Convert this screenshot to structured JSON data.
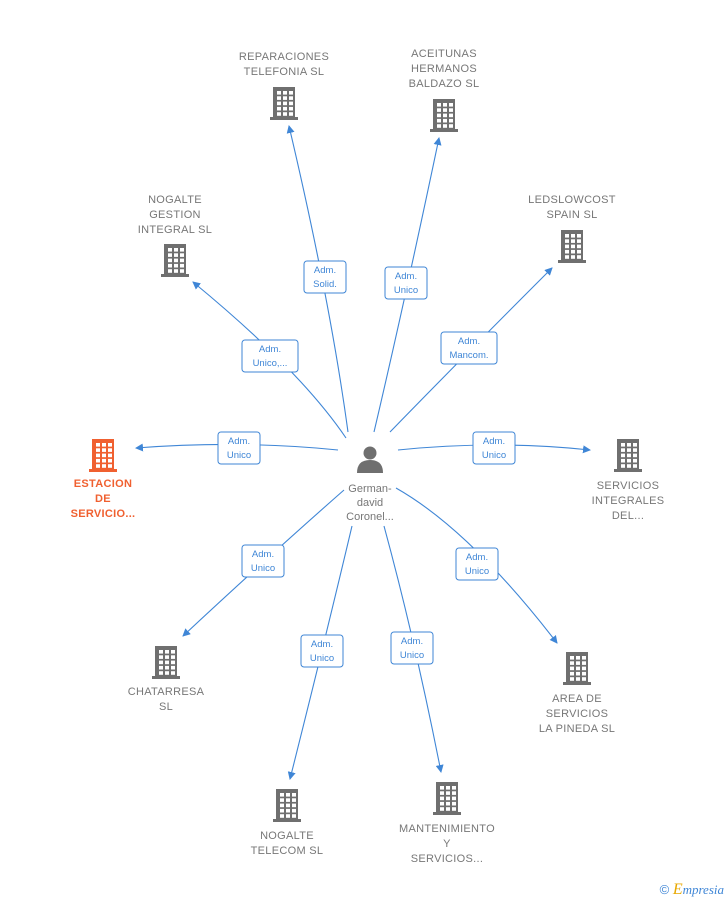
{
  "center": {
    "label": [
      "German-",
      "david",
      "Coronel..."
    ]
  },
  "companies": [
    {
      "id": "reparaciones",
      "label": [
        "REPARACIONES",
        "TELEFONIA  SL"
      ],
      "highlight": false
    },
    {
      "id": "aceitunas",
      "label": [
        "ACEITUNAS",
        "HERMANOS",
        "BALDAZO  SL"
      ],
      "highlight": false
    },
    {
      "id": "nogalte-gestion",
      "label": [
        "NOGALTE",
        "GESTION",
        "INTEGRAL  SL"
      ],
      "highlight": false
    },
    {
      "id": "ledslowcost",
      "label": [
        "LEDSLOWCOST",
        "SPAIN  SL"
      ],
      "highlight": false
    },
    {
      "id": "estacion",
      "label": [
        "ESTACION",
        "DE",
        "SERVICIO..."
      ],
      "highlight": true
    },
    {
      "id": "servicios-integrales",
      "label": [
        "SERVICIOS",
        "INTEGRALES",
        "DEL..."
      ],
      "highlight": false
    },
    {
      "id": "chatarresa",
      "label": [
        "CHATARRESA",
        "SL"
      ],
      "highlight": false
    },
    {
      "id": "area-servicios",
      "label": [
        "AREA DE",
        "SERVICIOS",
        "LA PINEDA  SL"
      ],
      "highlight": false
    },
    {
      "id": "nogalte-telecom",
      "label": [
        "NOGALTE",
        "TELECOM  SL"
      ],
      "highlight": false
    },
    {
      "id": "mantenimiento",
      "label": [
        "MANTENIMIENTO",
        "Y",
        "SERVICIOS..."
      ],
      "highlight": false
    }
  ],
  "edges": [
    {
      "to": "reparaciones",
      "role": [
        "Adm.",
        "Solid."
      ]
    },
    {
      "to": "aceitunas",
      "role": [
        "Adm.",
        "Unico"
      ]
    },
    {
      "to": "nogalte-gestion",
      "role": [
        "Adm.",
        "Unico,..."
      ]
    },
    {
      "to": "ledslowcost",
      "role": [
        "Adm.",
        "Mancom."
      ]
    },
    {
      "to": "estacion",
      "role": [
        "Adm.",
        "Unico"
      ]
    },
    {
      "to": "servicios-integrales",
      "role": [
        "Adm.",
        "Unico"
      ]
    },
    {
      "to": "chatarresa",
      "role": [
        "Adm.",
        "Unico"
      ]
    },
    {
      "to": "area-servicios",
      "role": [
        "Adm.",
        "Unico"
      ]
    },
    {
      "to": "nogalte-telecom",
      "role": [
        "Adm.",
        "Unico"
      ]
    },
    {
      "to": "mantenimiento",
      "role": [
        "Adm.",
        "Unico"
      ]
    }
  ],
  "colors": {
    "edge": "#3f86d6",
    "building": "#6f6f6f",
    "highlight": "#f06030",
    "label": "#777777"
  },
  "icons": {
    "company": "building-icon",
    "person": "person-icon",
    "copyright": "copyright-icon"
  },
  "footer": {
    "symbol": "©",
    "brand_initial": "E",
    "brand_rest": "mpresia"
  }
}
